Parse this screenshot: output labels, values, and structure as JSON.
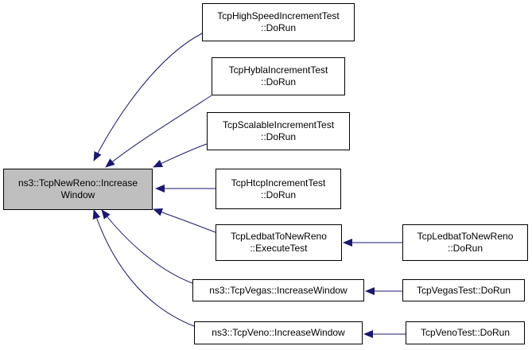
{
  "colors": {
    "edge": "#191970",
    "node_border": "#000000",
    "focus_fill": "#bfbfbf",
    "node_fill": "#ffffff"
  },
  "nodes": {
    "root": {
      "line1": "ns3::TcpNewReno::Increase",
      "line2": "Window"
    },
    "highspeed": {
      "line1": "TcpHighSpeedIncrementTest",
      "line2": "::DoRun"
    },
    "hybla": {
      "line1": "TcpHyblaIncrementTest",
      "line2": "::DoRun"
    },
    "scalable": {
      "line1": "TcpScalableIncrementTest",
      "line2": "::DoRun"
    },
    "htcp": {
      "line1": "TcpHtcpIncrementTest",
      "line2": "::DoRun"
    },
    "ledbat": {
      "line1": "TcpLedbatToNewReno",
      "line2": "::ExecuteTest"
    },
    "ledbat_run": {
      "line1": "TcpLedbatToNewReno",
      "line2": "::DoRun"
    },
    "vegas": {
      "line1": "ns3::TcpVegas::IncreaseWindow"
    },
    "vegas_test": {
      "line1": "TcpVegasTest::DoRun"
    },
    "veno": {
      "line1": "ns3::TcpVeno::IncreaseWindow"
    },
    "veno_test": {
      "line1": "TcpVenoTest::DoRun"
    }
  }
}
